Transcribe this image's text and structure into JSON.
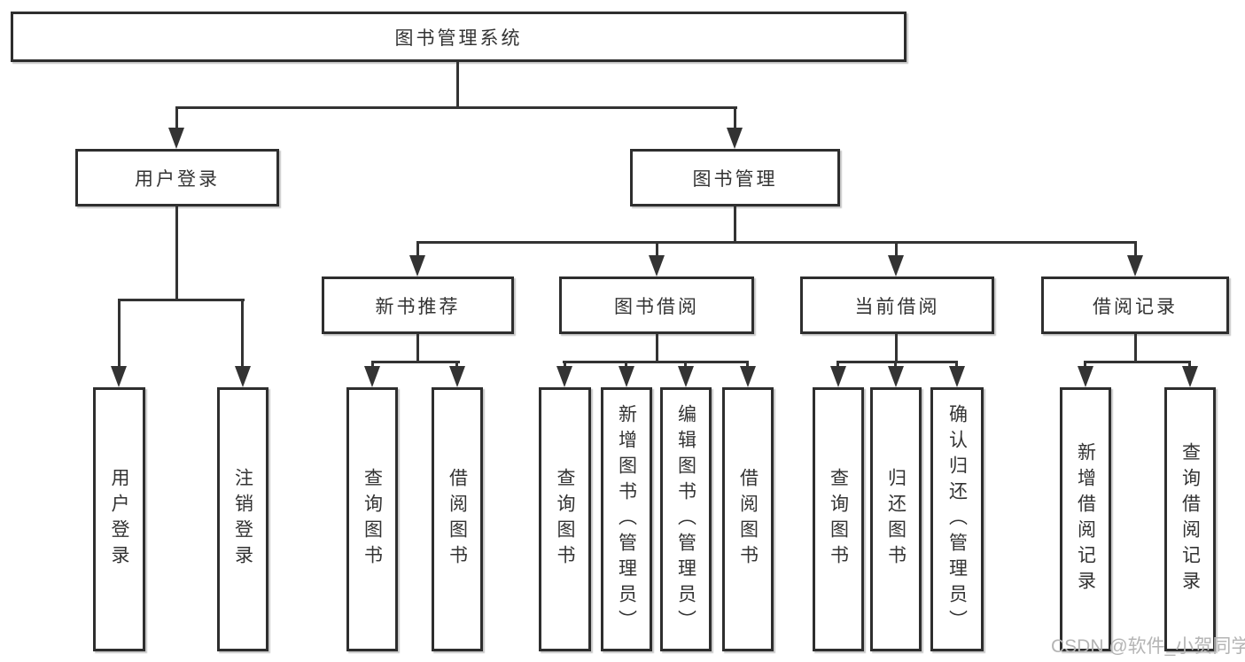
{
  "colors": {
    "line_color": "#333333",
    "border_color": "#2e2e2e",
    "text_color": "#333333",
    "watermark_color": "#b4b4b4",
    "background_color": "#ffffff"
  },
  "watermark": {
    "text": "CSDN @软件_小贺同学"
  },
  "tree": {
    "root": {
      "label": "图书管理系统"
    },
    "level2": [
      {
        "label": "用户登录",
        "parent": "图书管理系统"
      },
      {
        "label": "图书管理",
        "parent": "图书管理系统"
      }
    ],
    "level3": [
      {
        "label": "新书推荐",
        "parent": "图书管理"
      },
      {
        "label": "图书借阅",
        "parent": "图书管理"
      },
      {
        "label": "当前借阅",
        "parent": "图书管理"
      },
      {
        "label": "借阅记录",
        "parent": "图书管理"
      }
    ],
    "leaves": [
      {
        "label": "用户登录",
        "parent": "用户登录"
      },
      {
        "label": "注销登录",
        "parent": "用户登录"
      },
      {
        "label": "查询图书",
        "parent": "新书推荐"
      },
      {
        "label": "借阅图书",
        "parent": "新书推荐"
      },
      {
        "label": "查询图书",
        "parent": "图书借阅"
      },
      {
        "label": "新增图书（管理员）",
        "parent": "图书借阅"
      },
      {
        "label": "编辑图书（管理员）",
        "parent": "图书借阅"
      },
      {
        "label": "借阅图书",
        "parent": "图书借阅"
      },
      {
        "label": "查询图书",
        "parent": "当前借阅"
      },
      {
        "label": "归还图书",
        "parent": "当前借阅"
      },
      {
        "label": "确认归还（管理员）",
        "parent": "当前借阅"
      },
      {
        "label": "新增借阅记录",
        "parent": "借阅记录"
      },
      {
        "label": "查询借阅记录",
        "parent": "借阅记录"
      }
    ]
  }
}
